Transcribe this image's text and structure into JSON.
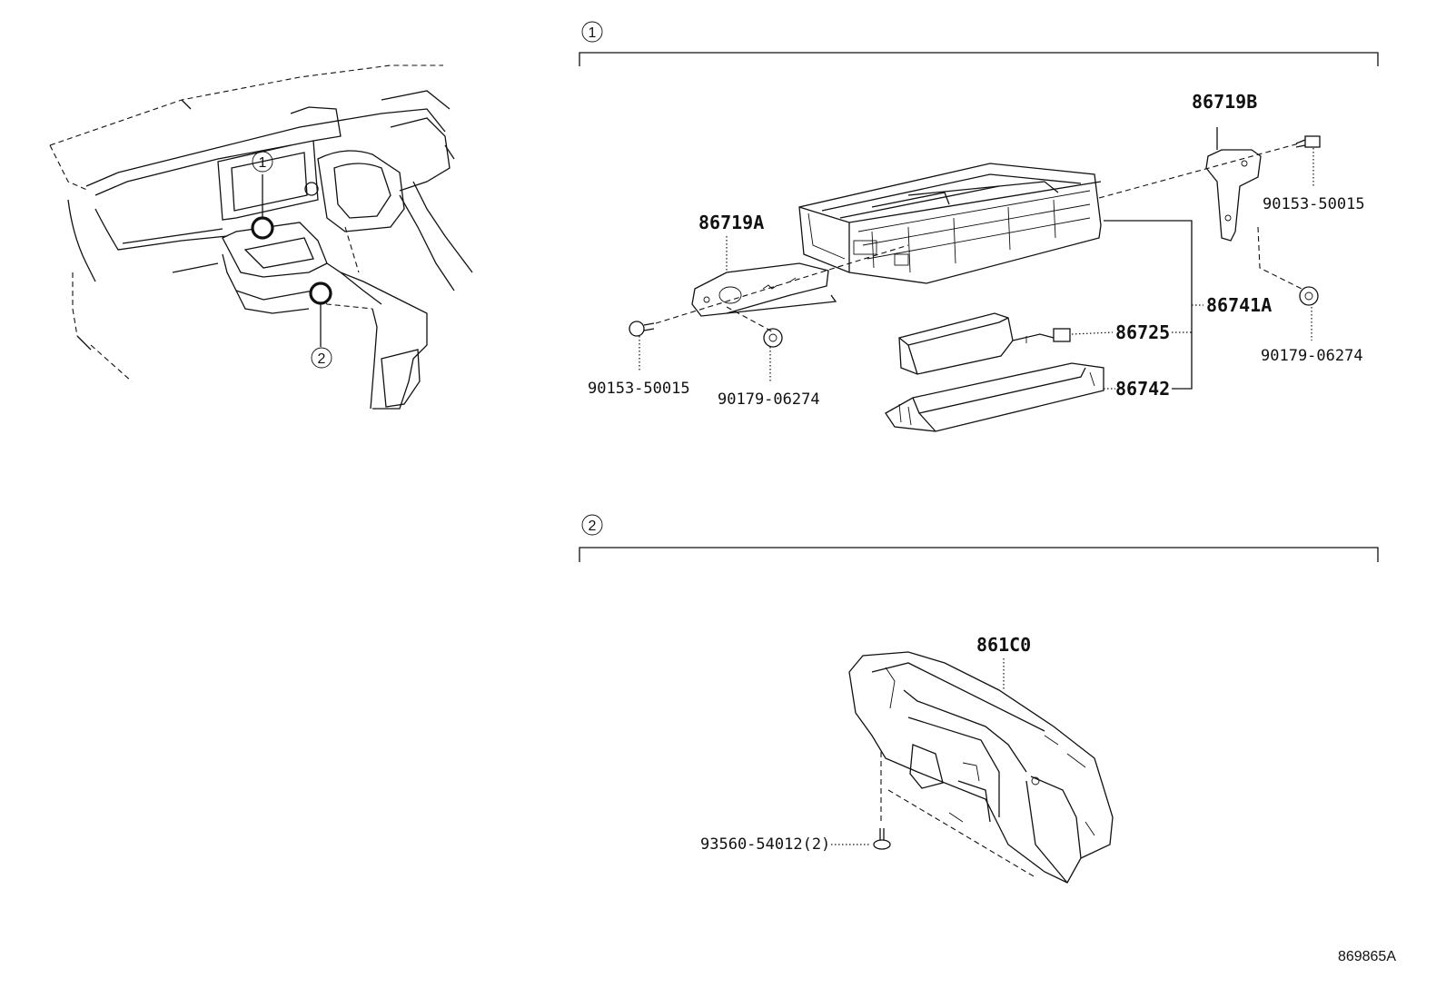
{
  "callouts": [
    {
      "id": "1",
      "label": "1"
    },
    {
      "id": "2",
      "label": "2"
    }
  ],
  "section1": {
    "header": "1",
    "parts": {
      "p86719B": "86719B",
      "p86719A": "86719A",
      "p86741A": "86741A",
      "p86725": "86725",
      "p86742": "86742",
      "bolt_right": "90153-50015",
      "clip_right": "90179-06274",
      "bolt_left": "90153-50015",
      "clip_left": "90179-06274"
    }
  },
  "section2": {
    "header": "2",
    "parts": {
      "p861C0": "861C0",
      "screw": "93560-54012(2)"
    }
  },
  "diagram_id": "869865A"
}
